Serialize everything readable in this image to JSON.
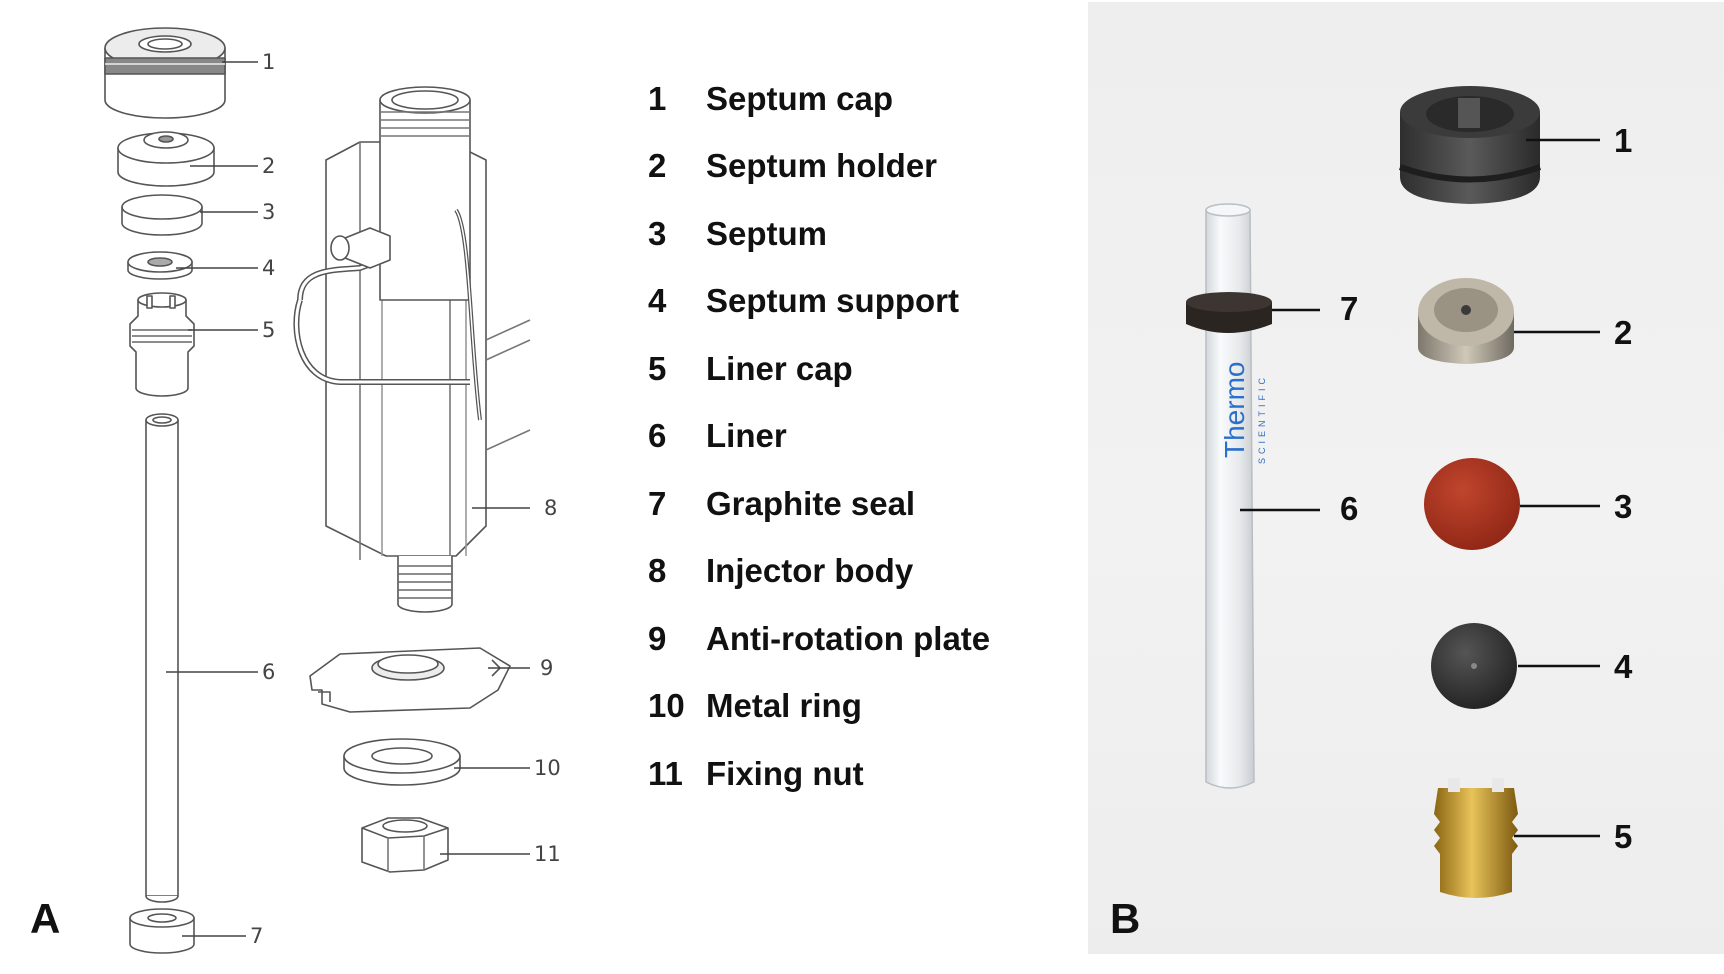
{
  "panel_a": {
    "letter": "A",
    "callouts": [
      "1",
      "2",
      "3",
      "4",
      "5",
      "6",
      "7",
      "8",
      "9",
      "10",
      "11"
    ],
    "legend": [
      {
        "num": "1",
        "name": "Septum cap"
      },
      {
        "num": "2",
        "name": "Septum holder"
      },
      {
        "num": "3",
        "name": "Septum"
      },
      {
        "num": "4",
        "name": "Septum support"
      },
      {
        "num": "5",
        "name": "Liner cap"
      },
      {
        "num": "6",
        "name": "Liner"
      },
      {
        "num": "7",
        "name": "Graphite seal"
      },
      {
        "num": "8",
        "name": "Injector body"
      },
      {
        "num": "9",
        "name": "Anti-rotation plate"
      },
      {
        "num": "10",
        "name": "Metal ring"
      },
      {
        "num": "11",
        "name": "Fixing nut"
      }
    ]
  },
  "panel_b": {
    "letter": "B",
    "labels": [
      "1",
      "2",
      "3",
      "4",
      "5",
      "6",
      "7"
    ],
    "liner_brand": "Thermo",
    "liner_brand_sub": "SCIENTIFIC",
    "colors": {
      "background": "#efefef",
      "septum": "#a8301c",
      "brass": "#c99a2e",
      "brand_text": "#2a6fc9"
    }
  }
}
